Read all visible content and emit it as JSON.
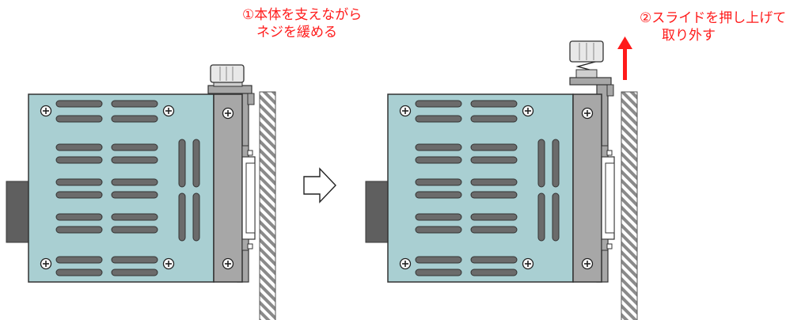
{
  "steps": [
    {
      "line1": "①本体を支えながら",
      "line2": "ネジを緩める"
    },
    {
      "line1": "②スライドを押し上げて",
      "line2": "取り外す"
    }
  ],
  "colors": {
    "body": "#a9cfd2",
    "slot": "#6b6b6b",
    "plate": "#a7a7a7",
    "connector": "#5f5f5f",
    "arrow_up": "#ff1a1a",
    "caption": "#ff1a1a",
    "wall_hatch": "#808080"
  },
  "icons": {
    "transition": "right-hollow-arrow-icon",
    "direction": "up-arrow-icon"
  }
}
